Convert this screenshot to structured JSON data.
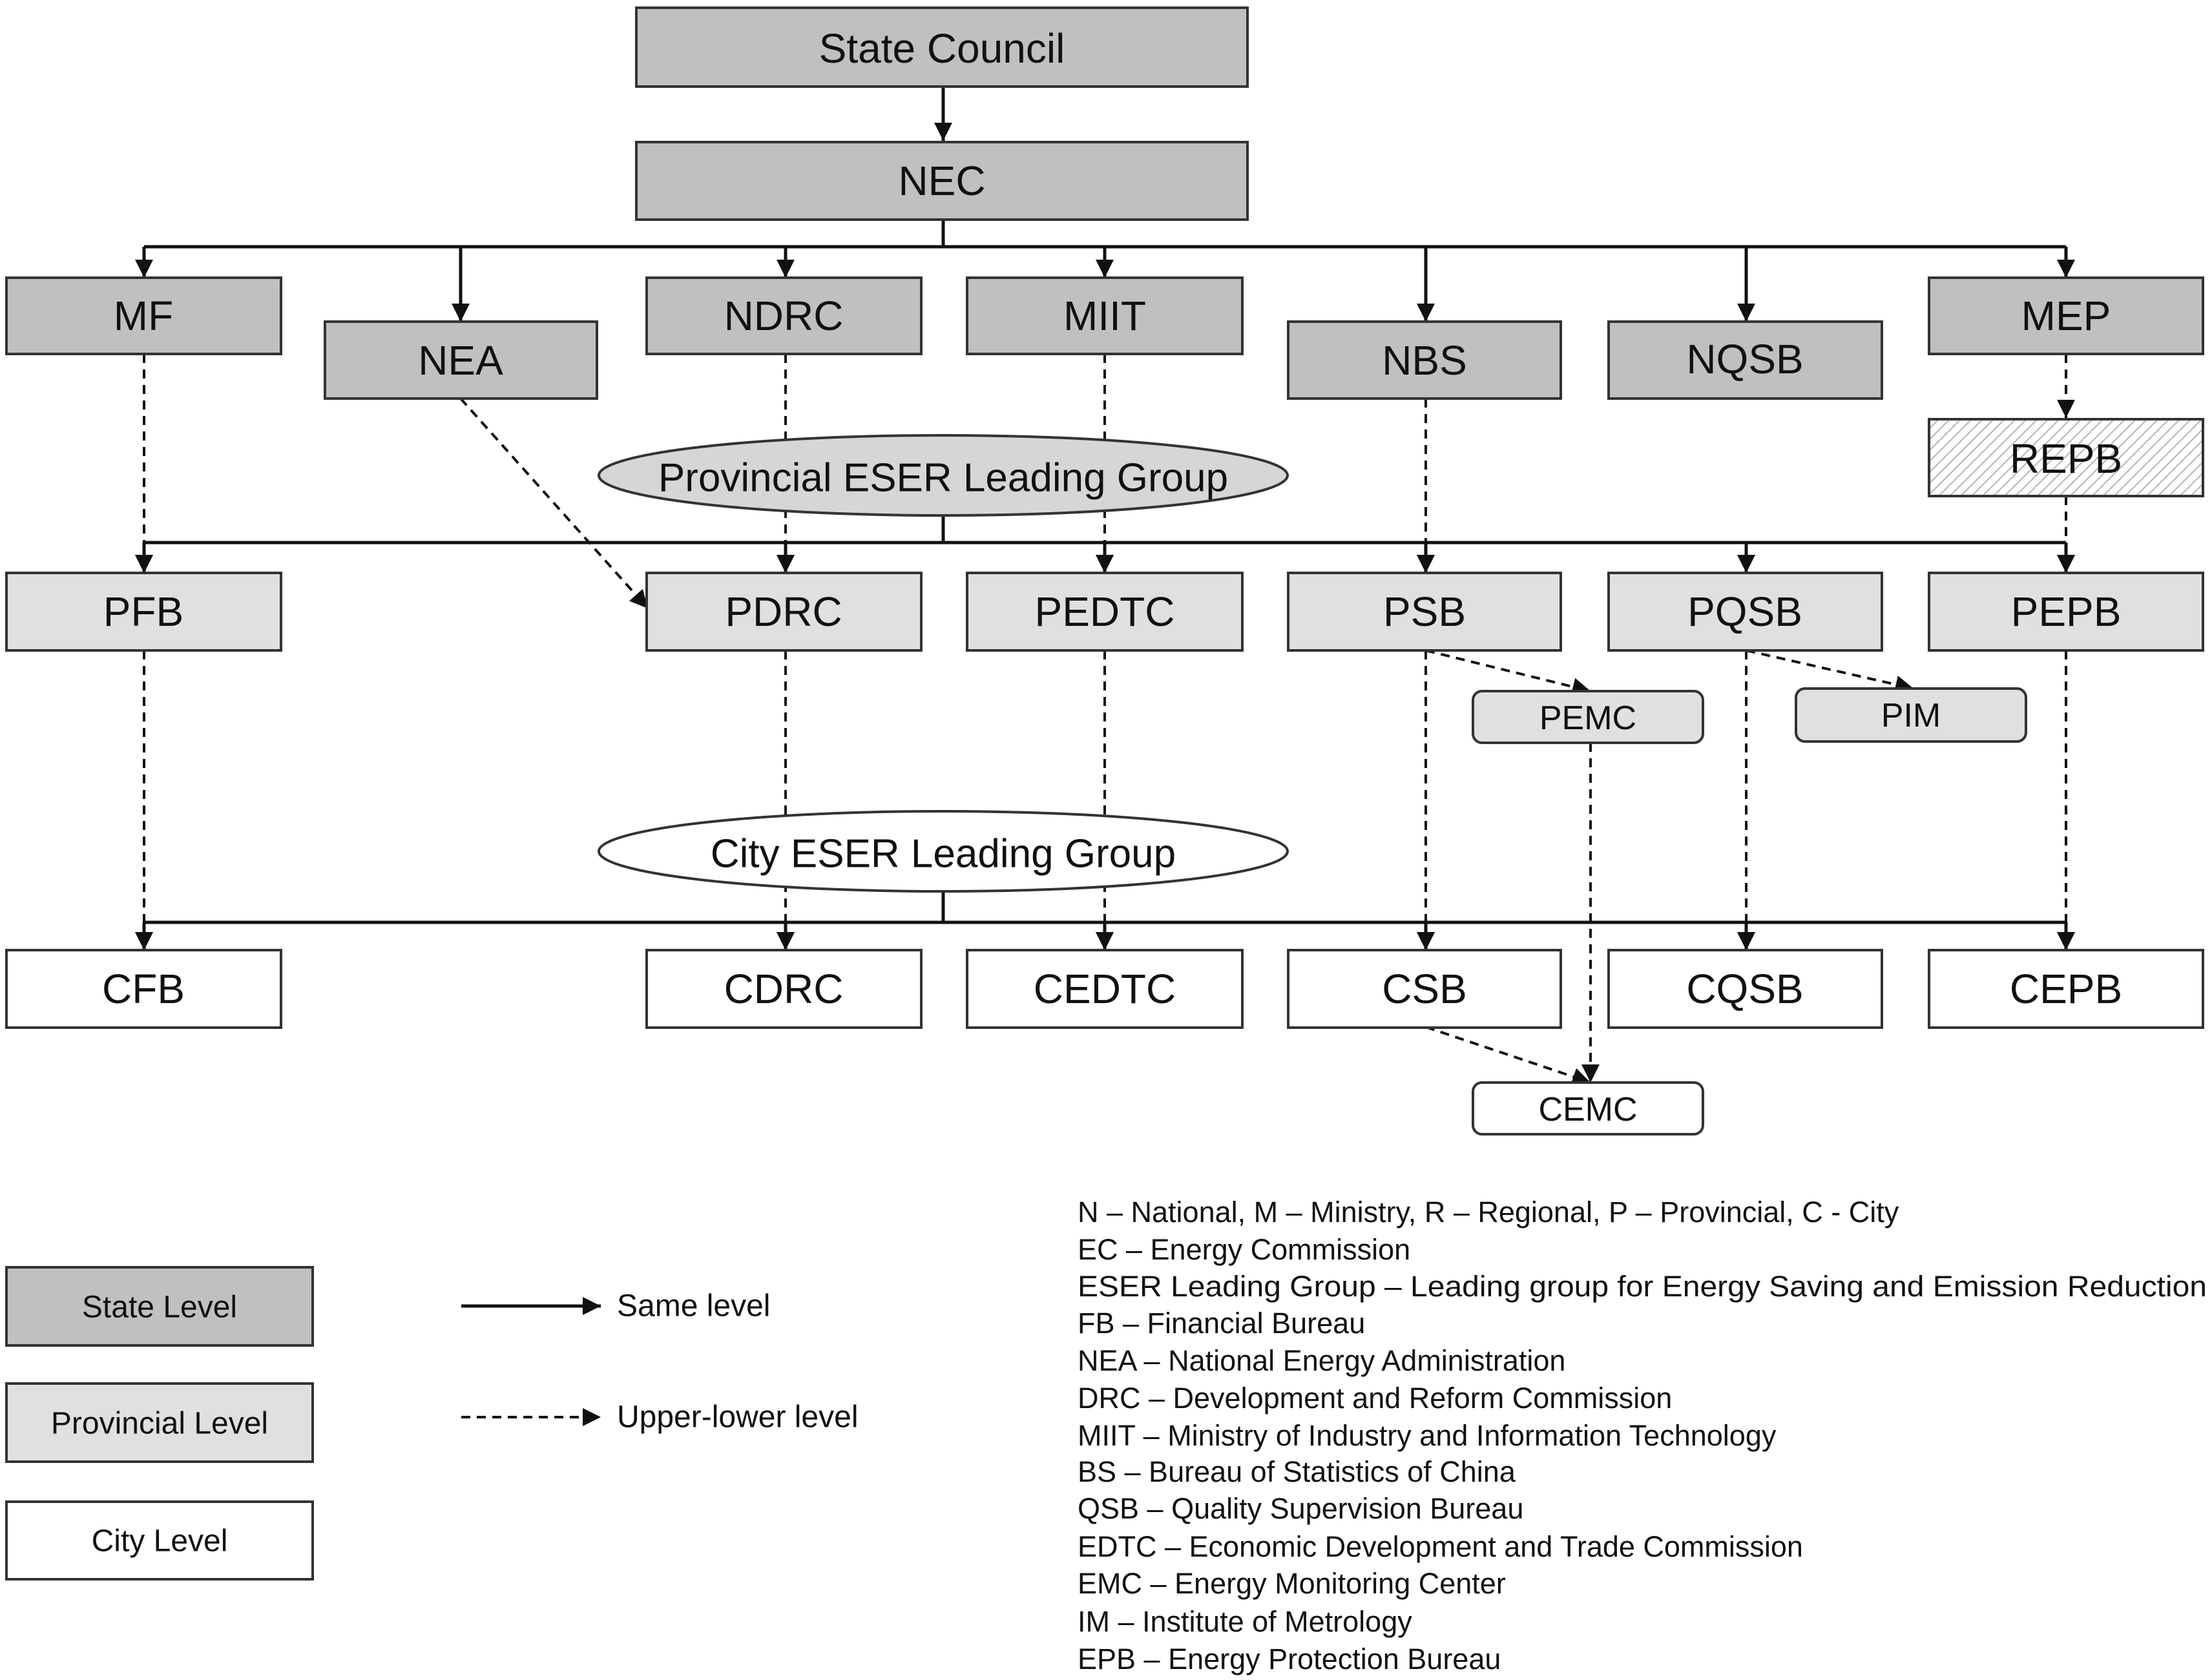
{
  "nodes": {
    "state_council": "State Council",
    "nec": "NEC",
    "mf": "MF",
    "nea": "NEA",
    "ndrc": "NDRC",
    "miit": "MIIT",
    "nbs": "NBS",
    "nqsb": "NQSB",
    "mep": "MEP",
    "repb": "REPB",
    "provincial_group": "Provincial ESER Leading Group",
    "pfb": "PFB",
    "pdrc": "PDRC",
    "pedtc": "PEDTC",
    "psb": "PSB",
    "pqsb": "PQSB",
    "pepb": "PEPB",
    "pemc": "PEMC",
    "pim": "PIM",
    "city_group": "City ESER Leading Group",
    "cfb": "CFB",
    "cdrc": "CDRC",
    "cedtc": "CEDTC",
    "csb": "CSB",
    "cqsb": "CQSB",
    "cepb": "CEPB",
    "cemc": "CEMC"
  },
  "legend": {
    "state_level": "State Level",
    "provincial_level": "Provincial Level",
    "city_level": "City Level",
    "same_level": "Same level",
    "upper_lower_level": "Upper-lower level"
  },
  "abbreviations": [
    "N – National, M – Ministry, R – Regional, P – Provincial, C - City",
    "EC – Energy Commission",
    "ESER Leading Group – Leading group for Energy Saving and Emission Reduction",
    "FB – Financial Bureau",
    "NEA – National Energy Administration",
    "DRC – Development and Reform Commission",
    "MIIT – Ministry of Industry and Information Technology",
    "BS – Bureau of Statistics of China",
    "QSB – Quality Supervision Bureau",
    "EDTC – Economic Development and Trade Commission",
    "EMC – Energy Monitoring Center",
    "IM – Institute of Metrology",
    "EPB – Energy Protection Bureau"
  ],
  "colors": {
    "state_fill": "#c0c0c0",
    "provincial_fill": "#e0e0e0",
    "city_fill": "#ffffff",
    "line": "#111111"
  }
}
